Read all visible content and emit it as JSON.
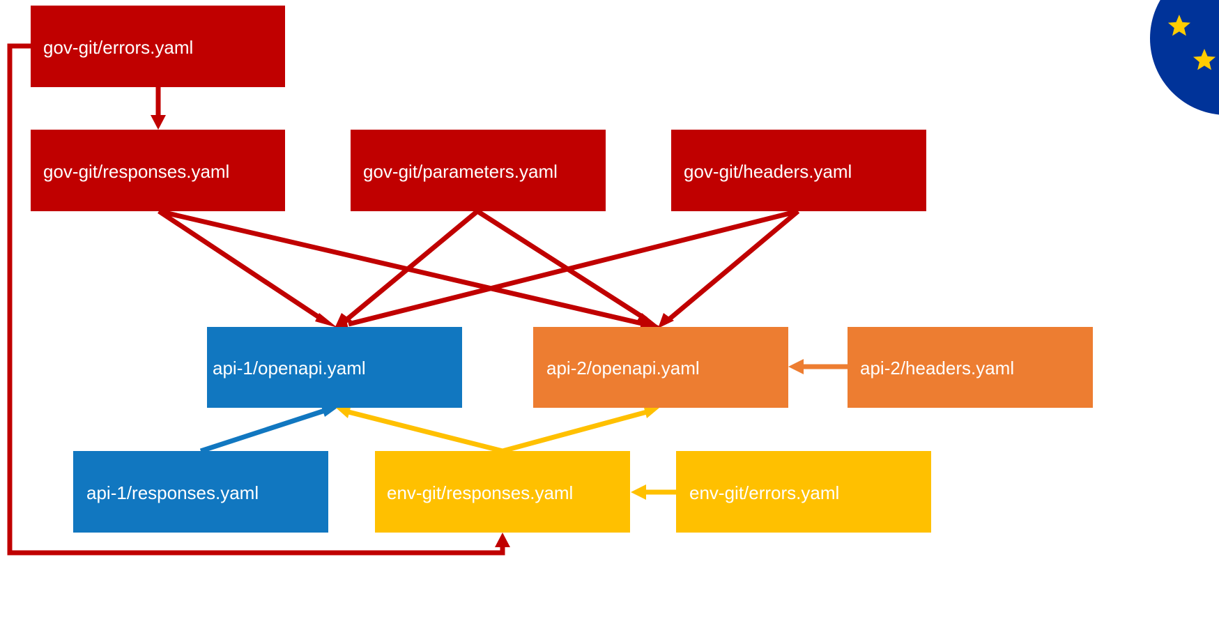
{
  "diagram": {
    "nodes": [
      {
        "id": "gov-errors",
        "label": "gov-git/errors.yaml",
        "color": "#C00000"
      },
      {
        "id": "gov-responses",
        "label": "gov-git/responses.yaml",
        "color": "#C00000"
      },
      {
        "id": "gov-parameters",
        "label": "gov-git/parameters.yaml",
        "color": "#C00000"
      },
      {
        "id": "gov-headers",
        "label": "gov-git/headers.yaml",
        "color": "#C00000"
      },
      {
        "id": "api1-openapi",
        "label": "api-1/openapi.yaml",
        "color": "#1177C0"
      },
      {
        "id": "api2-openapi",
        "label": "api-2/openapi.yaml",
        "color": "#ED7D31"
      },
      {
        "id": "api2-headers",
        "label": "api-2/headers.yaml",
        "color": "#ED7D31"
      },
      {
        "id": "api1-responses",
        "label": "api-1/responses.yaml",
        "color": "#1177C0"
      },
      {
        "id": "env-responses",
        "label": "env-git/responses.yaml",
        "color": "#FFC000"
      },
      {
        "id": "env-errors",
        "label": "env-git/errors.yaml",
        "color": "#FFC000"
      }
    ],
    "edges": [
      {
        "from": "gov-errors",
        "to": "gov-responses",
        "color": "#C00000"
      },
      {
        "from": "gov-responses",
        "to": "api1-openapi",
        "color": "#C00000"
      },
      {
        "from": "gov-responses",
        "to": "api2-openapi",
        "color": "#C00000"
      },
      {
        "from": "gov-parameters",
        "to": "api1-openapi",
        "color": "#C00000"
      },
      {
        "from": "gov-parameters",
        "to": "api2-openapi",
        "color": "#C00000"
      },
      {
        "from": "gov-headers",
        "to": "api1-openapi",
        "color": "#C00000"
      },
      {
        "from": "gov-headers",
        "to": "api2-openapi",
        "color": "#C00000"
      },
      {
        "from": "api2-headers",
        "to": "api2-openapi",
        "color": "#ED7D31"
      },
      {
        "from": "api1-responses",
        "to": "api1-openapi",
        "color": "#1177C0"
      },
      {
        "from": "env-responses",
        "to": "api1-openapi",
        "color": "#FFC000"
      },
      {
        "from": "env-responses",
        "to": "api2-openapi",
        "color": "#FFC000"
      },
      {
        "from": "env-errors",
        "to": "env-responses",
        "color": "#FFC000"
      },
      {
        "from": "gov-errors",
        "to": "env-responses",
        "color": "#C00000"
      }
    ]
  },
  "logo": {
    "name": "eu-flag-emblem",
    "background": "#003399",
    "star_color": "#FFCC00"
  }
}
